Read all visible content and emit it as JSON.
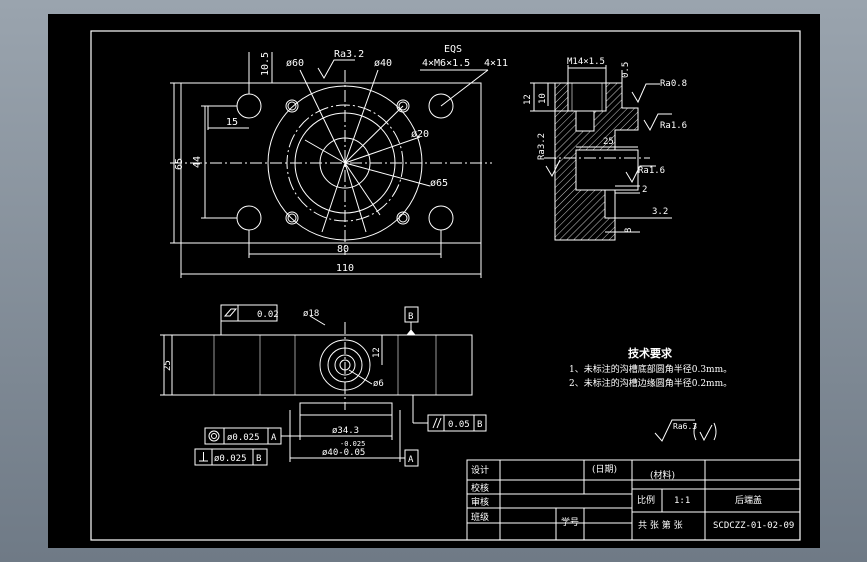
{
  "views": {
    "top": {
      "dims": {
        "d60": "ø60",
        "ra32": "Ra3.2",
        "d40": "ø40",
        "eqs": "EQS",
        "thread": "4×M6×1.5",
        "holes": "4×11",
        "v105": "10.5",
        "v15": "15",
        "v65": "65",
        "v44": "44",
        "d20": "ø20",
        "d65": "ø65",
        "v80": "80",
        "v110": "110"
      }
    },
    "section": {
      "dims": {
        "m14": "M14×1.5",
        "v05": "0.5",
        "ra08": "Ra0.8",
        "v12": "12",
        "v10": "10",
        "ra16a": "Ra1.6",
        "ra32": "Ra3.2",
        "v25": "25",
        "ra16b": "Ra1.6",
        "v2": "2",
        "v32": "3.2",
        "v8": "8"
      }
    },
    "front": {
      "dims": {
        "flat": "0.02",
        "d18": "ø18",
        "datum_b": "B",
        "v25": "25",
        "v12": "12",
        "d6": "ø6",
        "d343": "ø34.3",
        "par_tol": "0.05",
        "par_ref": "B",
        "conc_tol": "ø0.025",
        "conc_ref": "A",
        "perp_tol": "ø0.025",
        "perp_ref": "B",
        "tol_dev": "-0.025",
        "d40": "ø40-0.05",
        "datum_a": "A"
      }
    }
  },
  "tech": {
    "title": "技术要求",
    "line1": "1、未标注的沟槽底部圆角半径0.3mm。",
    "line2": "2、未标注的沟槽边缘圆角半径0.2mm。",
    "ra_general": "Ra6.3"
  },
  "title_block": {
    "design": "设计",
    "check": "校核",
    "review": "审核",
    "class": "班级",
    "student_id": "学号",
    "date": "(日期)",
    "material": "(材料)",
    "scale_label": "比例",
    "scale_value": "1:1",
    "part_name": "后端盖",
    "sheets": "共 张 第 张",
    "drawing_no": "SCDCZZ-01-02-09"
  }
}
